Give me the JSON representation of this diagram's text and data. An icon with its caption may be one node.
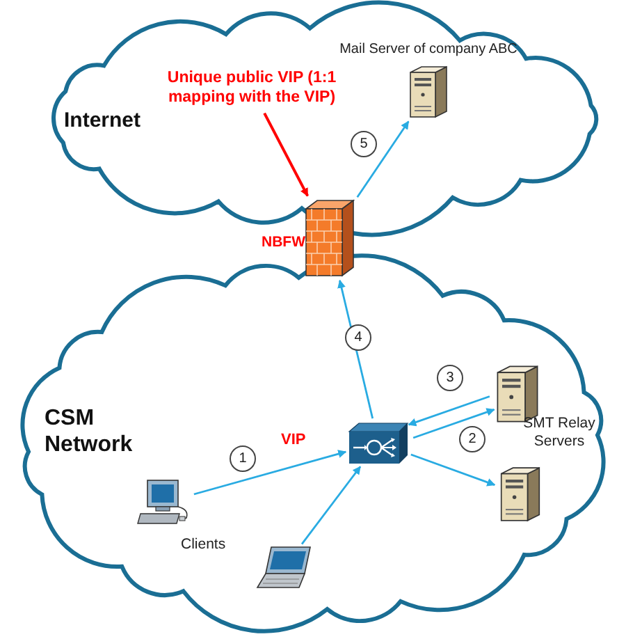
{
  "diagram": {
    "nodes": [
      {
        "text": [
          "Internet"
        ]
      },
      {
        "text": [
          "CSM Network"
        ]
      },
      {
        "text": [
          "Mail Server of company ABC"
        ],
        "in": 0
      },
      {
        "text": [
          "NBFW"
        ]
      },
      {
        "text": [
          "VIP"
        ],
        "in": 1
      },
      {
        "text": [],
        "shape": "server",
        "in": 1
      },
      {
        "text": [],
        "shape": "server",
        "in": 1
      },
      {
        "text": [],
        "shape": "computer",
        "in": 1
      },
      {
        "text": [],
        "shape": "laptop",
        "in": 1
      },
      {
        "text": [
          "Unique public VIP (1:1 mapping with the VIP)"
        ],
        "in": 0
      }
    ],
    "edges": [
      {
        "from": 7,
        "to": 4,
        "arrow": "to"
      },
      {
        "from": 8,
        "to": 4,
        "arrow": "to"
      },
      {
        "from": 4,
        "to": 5,
        "arrow": "to"
      },
      {
        "from": 5,
        "to": 4,
        "arrow": "to"
      },
      {
        "from": 4,
        "to": 6,
        "arrow": "to"
      },
      {
        "from": 4,
        "to": 3,
        "arrow": "to"
      },
      {
        "from": 3,
        "to": 2,
        "arrow": "to"
      },
      {
        "from": 9,
        "to": 3,
        "arrow": "to",
        "color": "#ff0000"
      }
    ],
    "labels": [
      "5",
      "4",
      "3",
      "SMT Relay Servers",
      "2",
      "1",
      "Clients"
    ]
  }
}
